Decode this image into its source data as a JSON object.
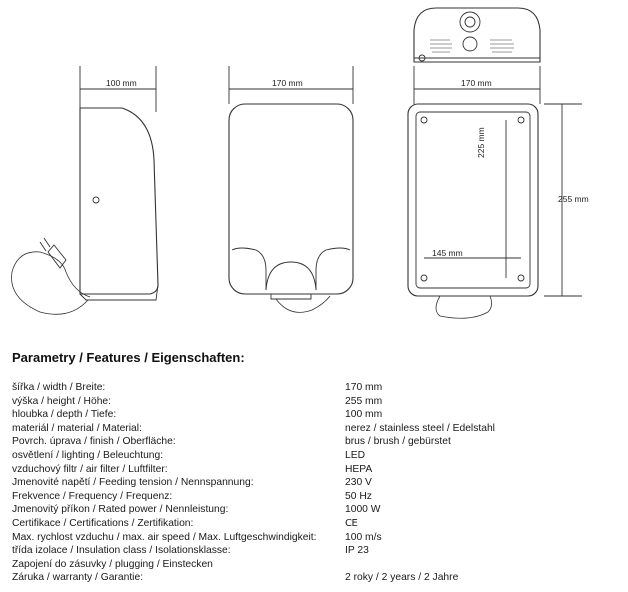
{
  "dimensions": {
    "side_depth": "100 mm",
    "front_width": "170 mm",
    "back_width": "170 mm",
    "back_height": "225 mm",
    "back_total_height": "255 mm",
    "back_hole_spacing": "145 mm"
  },
  "title": "Parametry / Features / Eigenschaften:",
  "specs": [
    {
      "label": "šířka / width / Breite:",
      "value": "170 mm"
    },
    {
      "label": "výška / height / Höhe:",
      "value": "255 mm"
    },
    {
      "label": "hloubka / depth / Tiefe:",
      "value": "100 mm"
    },
    {
      "label": "materiál / material / Material:",
      "value": "nerez / stainless steel / Edelstahl"
    },
    {
      "label": "Povrch. úprava / finish / Oberfläche:",
      "value": "brus / brush / gebürstet"
    },
    {
      "label": "osvětlení / lighting / Beleuchtung:",
      "value": "LED"
    },
    {
      "label": "vzduchový filtr / air filter / Luftfilter:",
      "value": "HEPA"
    },
    {
      "label": "Jmenovité napětí / Feeding tension / Nennspannung:",
      "value": "230 V"
    },
    {
      "label": "Frekvence / Frequency / Frequenz:",
      "value": "50 Hz"
    },
    {
      "label": "Jmenovitý příkon / Rated power / Nennleistung:",
      "value": "1000 W"
    },
    {
      "label": "Certifikace / Certifications / Zertifikation:",
      "value": "CE"
    },
    {
      "label": "Max. rychlost vzduchu / max. air speed / Max. Luftgeschwindigkeit:",
      "value": "100 m/s"
    },
    {
      "label": "třída izolace / Insulation class / Isolationsklasse:",
      "value": "IP 23"
    },
    {
      "label": "Zapojení do zásuvky / plugging / Einstecken",
      "value": ""
    },
    {
      "label": "Záruka / warranty / Garantie:",
      "value": "2 roky / 2 years / 2 Jahre"
    }
  ]
}
